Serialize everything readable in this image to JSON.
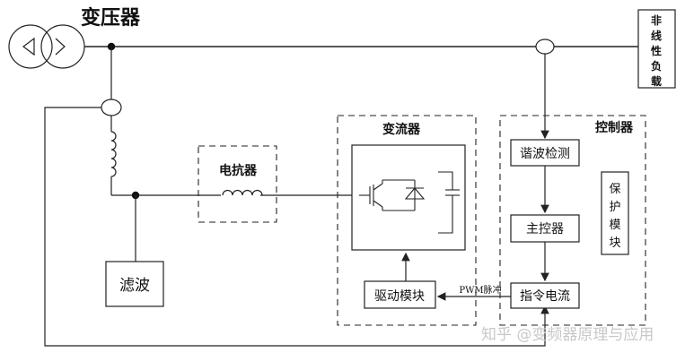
{
  "labels": {
    "transformer": "变压器",
    "nonlinear_load": [
      "非",
      "线",
      "性",
      "负",
      "载"
    ],
    "reactor": "电抗器",
    "converter": "变流器",
    "controller": "控制器",
    "harmonic_detect": "谐波检测",
    "main_controller": "主控器",
    "protection_module": [
      "保",
      "护",
      "模",
      "块"
    ],
    "command_current": "指令电流",
    "drive_module": "驱动模块",
    "pwm_pulse": "PWM脉冲",
    "filter": "滤波"
  },
  "watermark": "知乎 @变频器原理与应用"
}
